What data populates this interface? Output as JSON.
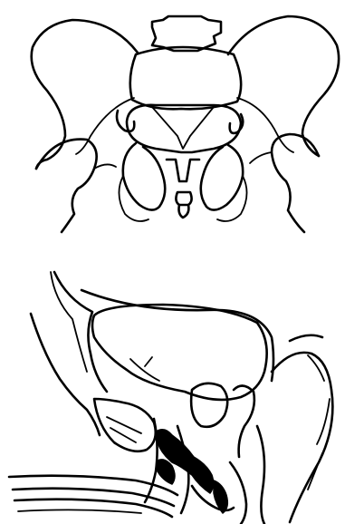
{
  "figures": [
    {
      "id": "pelvis-frontal-view",
      "view": "frontal"
    },
    {
      "id": "pelvis-sagittal-section",
      "view": "sagittal"
    }
  ],
  "ink_color": "#000000",
  "background_color": "#ffffff"
}
